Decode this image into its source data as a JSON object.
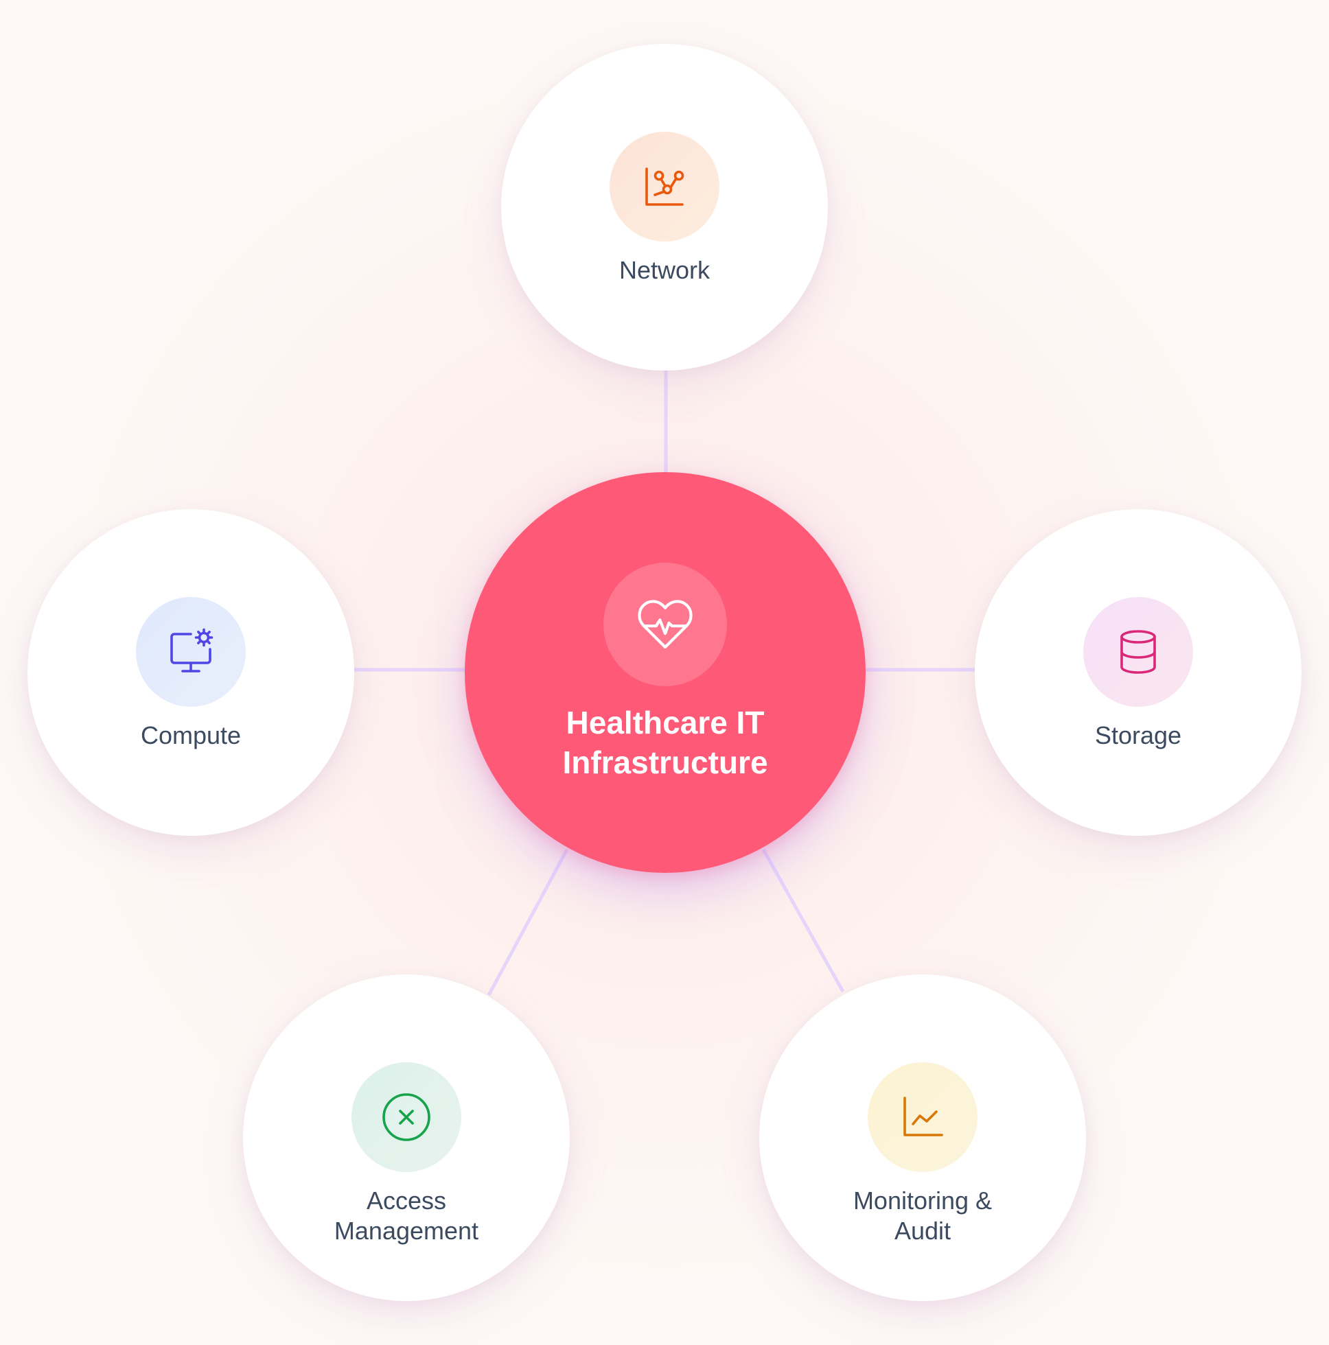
{
  "center": {
    "title_line1": "Healthcare IT",
    "title_line2": "Infrastructure",
    "icon": "heart-pulse-icon",
    "color": "#fe5a77"
  },
  "nodes": [
    {
      "id": "network",
      "label_line1": "Network",
      "label_line2": "",
      "icon": "network-graph-icon",
      "icon_color": "#ea580c"
    },
    {
      "id": "storage",
      "label_line1": "Storage",
      "label_line2": "",
      "icon": "database-icon",
      "icon_color": "#db2777"
    },
    {
      "id": "monitoring-audit",
      "label_line1": "Monitoring &",
      "label_line2": "Audit",
      "icon": "line-chart-icon",
      "icon_color": "#d97706"
    },
    {
      "id": "access-management",
      "label_line1": "Access",
      "label_line2": "Management",
      "icon": "circle-x-icon",
      "icon_color": "#16a34a"
    },
    {
      "id": "compute",
      "label_line1": "Compute",
      "label_line2": "",
      "icon": "monitor-gear-icon",
      "icon_color": "#4f46e5"
    }
  ],
  "connector_color": "#e6d5fb"
}
